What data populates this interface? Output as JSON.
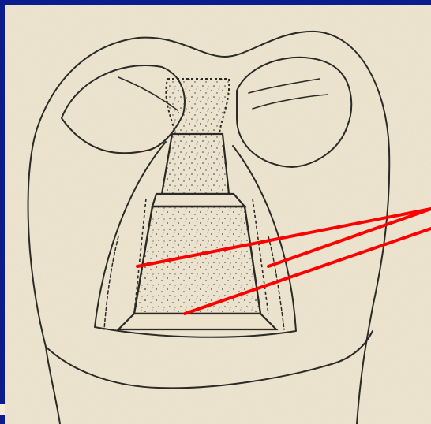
{
  "figure": {
    "subject": "tooth-crown-with-cavity-preparation",
    "style": "line-drawing-on-paper",
    "pointer_lines": 3
  },
  "colors": {
    "frame": "#0b1c8f",
    "paper": "#efe6d2",
    "ink": "#2b2a26",
    "pointer": "#ff0000"
  }
}
